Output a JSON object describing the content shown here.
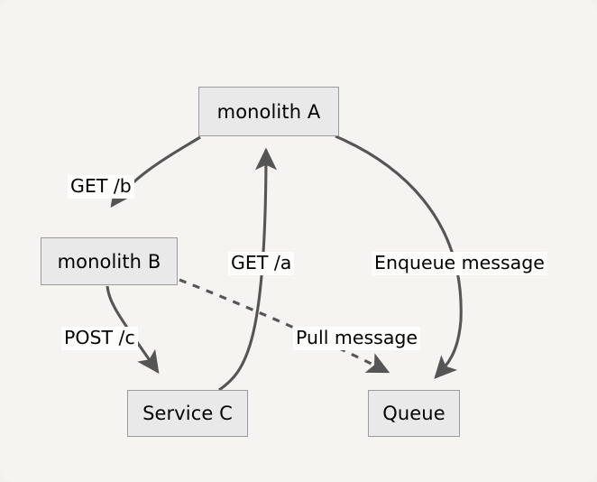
{
  "diagram": {
    "title": "service architecture diagram",
    "background_color": "#f5f4f1",
    "node_fill": "#e9e9e9",
    "node_border": "#9b9b9b",
    "edge_color": "#555555",
    "label_background": "#fdfdfb",
    "nodes": [
      {
        "id": "monolith-a",
        "label": "monolith A"
      },
      {
        "id": "monolith-b",
        "label": "monolith B"
      },
      {
        "id": "service-c",
        "label": "Service C"
      },
      {
        "id": "queue",
        "label": "Queue"
      }
    ],
    "edges": [
      {
        "id": "a-to-b",
        "label": "GET /b",
        "from": "monolith A",
        "to": "monolith B",
        "style": "solid"
      },
      {
        "id": "b-to-c",
        "label": "POST /c",
        "from": "monolith B",
        "to": "Service C",
        "style": "solid"
      },
      {
        "id": "c-to-a",
        "label": "GET /a",
        "from": "Service C",
        "to": "monolith A",
        "style": "solid"
      },
      {
        "id": "a-to-queue",
        "label": "Enqueue message",
        "from": "monolith A",
        "to": "Queue",
        "style": "solid"
      },
      {
        "id": "b-to-queue",
        "label": "Pull message",
        "from": "monolith B",
        "to": "Queue",
        "style": "dashed"
      }
    ]
  }
}
